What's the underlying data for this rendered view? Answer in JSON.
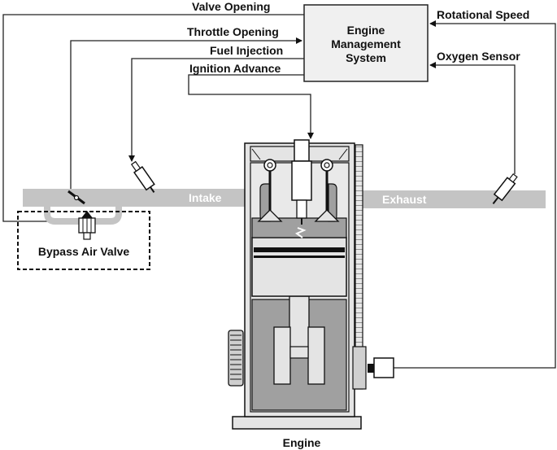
{
  "ems": {
    "line1": "Engine",
    "line2": "Management",
    "line3": "System"
  },
  "signals": {
    "valve_opening": "Valve Opening",
    "throttle_opening": "Throttle Opening",
    "fuel_injection": "Fuel Injection",
    "ignition_advance": "Ignition Advance",
    "rotational_speed": "Rotational Speed",
    "oxygen_sensor": "Oxygen Sensor"
  },
  "pipes": {
    "intake": "Intake",
    "exhaust": "Exhaust"
  },
  "components": {
    "bypass_air_valve": "Bypass Air Valve",
    "engine": "Engine"
  },
  "colors": {
    "pipe": "#c4c4c4",
    "engine_body": "#e4e4e4",
    "engine_dark": "#a0a0a0",
    "ems_box": "#f0f0f0"
  }
}
